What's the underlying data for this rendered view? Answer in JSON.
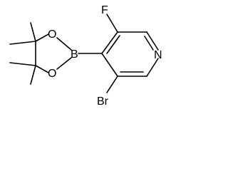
{
  "molecule": {
    "atoms": {
      "fluorine": "F",
      "nitrogen": "N",
      "bromine": "Br",
      "boron": "B",
      "oxygen_upper": "O",
      "oxygen_lower": "O"
    }
  },
  "colors": {
    "bond": "#000000",
    "label": "#000000",
    "background": "#ffffff"
  }
}
